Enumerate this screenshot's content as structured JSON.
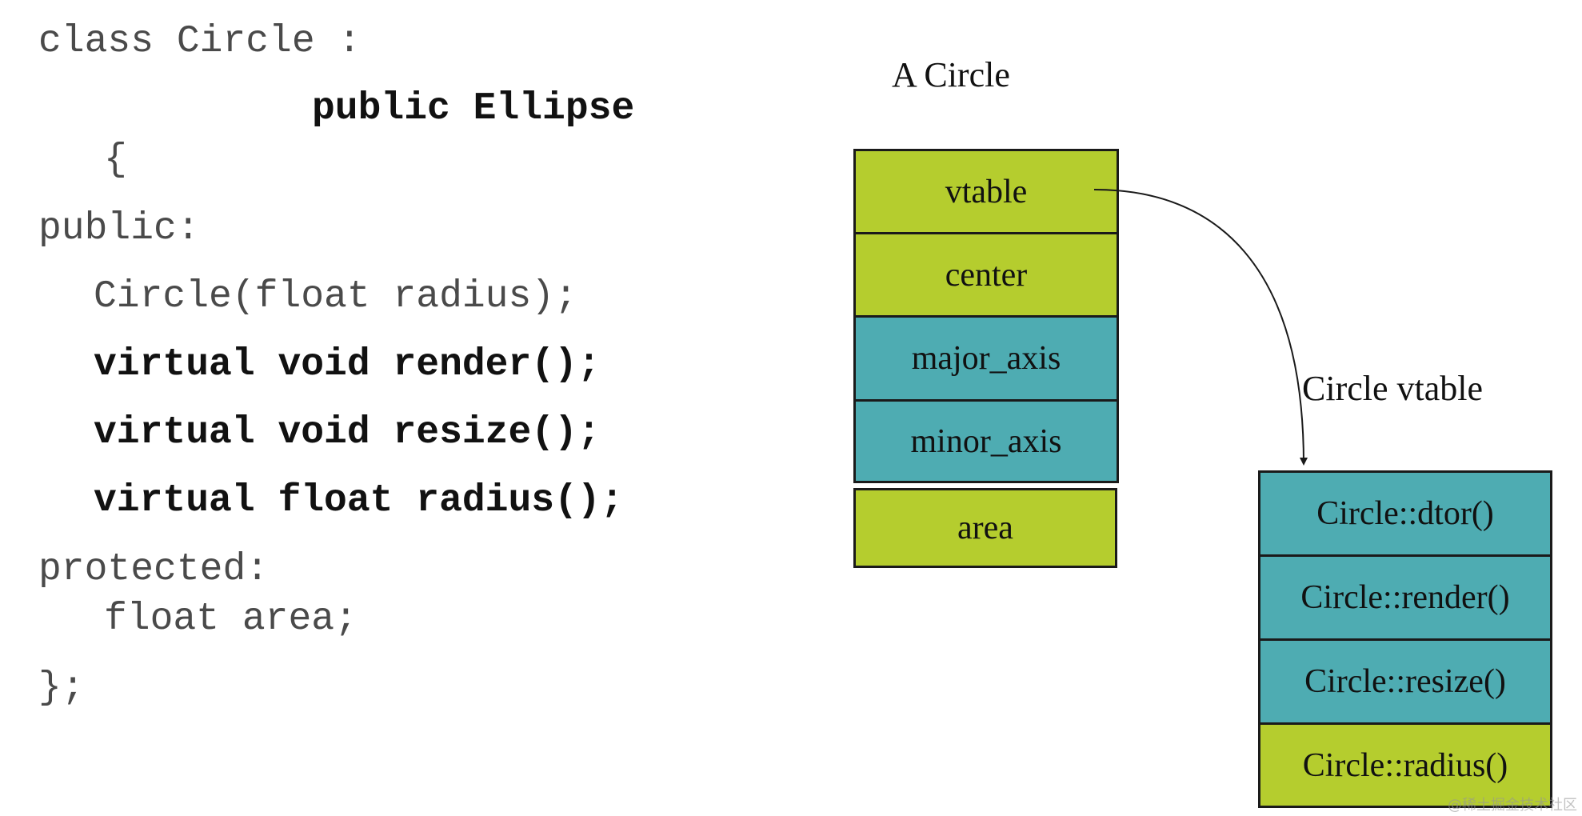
{
  "code": {
    "line1": "class Circle :",
    "line2": "public Ellipse",
    "line3": "{",
    "line4": "public:",
    "line5": "Circle(float radius);",
    "line6": "virtual void render();",
    "line7": "virtual void resize();",
    "line8": "virtual float radius();",
    "line9": "protected:",
    "line10": "float area;",
    "line11": "};"
  },
  "object": {
    "title": "A Circle",
    "fields": [
      "vtable",
      "center",
      "major_axis",
      "minor_axis",
      "area"
    ]
  },
  "vtable": {
    "title": "Circle vtable",
    "entries": [
      "Circle::dtor()",
      "Circle::render()",
      "Circle::resize()",
      "Circle::radius()"
    ]
  },
  "colors": {
    "green": "#b5cd2e",
    "teal": "#4eacb2",
    "border": "#1a1a1a"
  },
  "watermark": "@稀土掘金技术社区"
}
